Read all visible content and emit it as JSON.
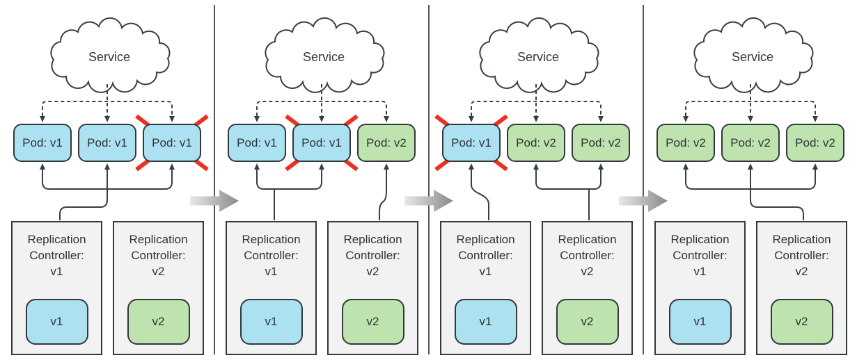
{
  "stages": [
    {
      "service_label": "Service",
      "pods": [
        {
          "label": "Pod: v1",
          "version": "v1",
          "crossed_out": false
        },
        {
          "label": "Pod: v1",
          "version": "v1",
          "crossed_out": false
        },
        {
          "label": "Pod: v1",
          "version": "v1",
          "crossed_out": true
        }
      ],
      "controllers": [
        {
          "lines": [
            "Replication",
            "Controller:",
            "v1"
          ],
          "chip_label": "v1",
          "version": "v1",
          "arrows_to_pods": [
            1,
            2,
            3
          ]
        },
        {
          "lines": [
            "Replication",
            "Controller:",
            "v2"
          ],
          "chip_label": "v2",
          "version": "v2",
          "arrows_to_pods": []
        }
      ]
    },
    {
      "service_label": "Service",
      "pods": [
        {
          "label": "Pod: v1",
          "version": "v1",
          "crossed_out": false
        },
        {
          "label": "Pod: v1",
          "version": "v1",
          "crossed_out": true
        },
        {
          "label": "Pod: v2",
          "version": "v2",
          "crossed_out": false
        }
      ],
      "controllers": [
        {
          "lines": [
            "Replication",
            "Controller:",
            "v1"
          ],
          "chip_label": "v1",
          "version": "v1",
          "arrows_to_pods": [
            1,
            2
          ]
        },
        {
          "lines": [
            "Replication",
            "Controller:",
            "v2"
          ],
          "chip_label": "v2",
          "version": "v2",
          "arrows_to_pods": [
            3
          ]
        }
      ]
    },
    {
      "service_label": "Service",
      "pods": [
        {
          "label": "Pod: v1",
          "version": "v1",
          "crossed_out": true
        },
        {
          "label": "Pod: v2",
          "version": "v2",
          "crossed_out": false
        },
        {
          "label": "Pod: v2",
          "version": "v2",
          "crossed_out": false
        }
      ],
      "controllers": [
        {
          "lines": [
            "Replication",
            "Controller:",
            "v1"
          ],
          "chip_label": "v1",
          "version": "v1",
          "arrows_to_pods": [
            1
          ]
        },
        {
          "lines": [
            "Replication",
            "Controller:",
            "v2"
          ],
          "chip_label": "v2",
          "version": "v2",
          "arrows_to_pods": [
            2,
            3
          ]
        }
      ]
    },
    {
      "service_label": "Service",
      "pods": [
        {
          "label": "Pod: v2",
          "version": "v2",
          "crossed_out": false
        },
        {
          "label": "Pod: v2",
          "version": "v2",
          "crossed_out": false
        },
        {
          "label": "Pod: v2",
          "version": "v2",
          "crossed_out": false
        }
      ],
      "controllers": [
        {
          "lines": [
            "Replication",
            "Controller:",
            "v1"
          ],
          "chip_label": "v1",
          "version": "v1",
          "arrows_to_pods": []
        },
        {
          "lines": [
            "Replication",
            "Controller:",
            "v2"
          ],
          "chip_label": "v2",
          "version": "v2",
          "arrows_to_pods": [
            1,
            2,
            3
          ]
        }
      ]
    }
  ],
  "colors": {
    "pod_v1_fill": "#ace1f1",
    "pod_v2_fill": "#bee3ae",
    "controller_box_fill": "#f2f2f3",
    "cross_out_red": "#ec3023",
    "outline": "#383e42",
    "stage_arrow_gray": "#8a8a8a"
  }
}
